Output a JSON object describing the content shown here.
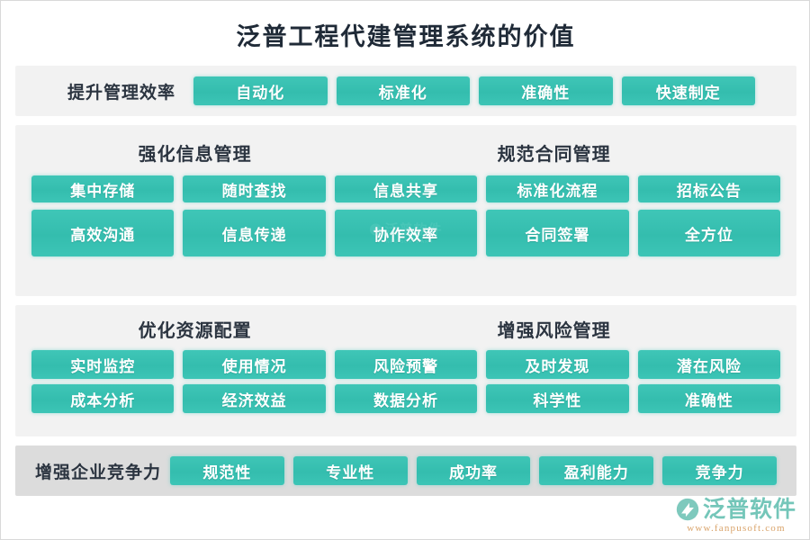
{
  "title": "泛普工程代建管理系统的价值",
  "colors": {
    "tile": "#35bdae",
    "tile_light": "#3fc6b7",
    "panel_bg": "#f2f2f2",
    "panel_bg_dark": "#dcdcdc",
    "title_text": "#1f2a37",
    "tile_text": "#ffffff",
    "brand_green": "#74c6b9",
    "brand_orange": "#d9a36a"
  },
  "sections": [
    {
      "id": "improve-efficiency",
      "layout": "inline",
      "label": "提升管理效率",
      "tiles": [
        "自动化",
        "标准化",
        "准确性",
        "快速制定"
      ]
    },
    {
      "id": "information-and-contract",
      "layout": "grouped",
      "headings": [
        "强化信息管理",
        "规范合同管理"
      ],
      "row1": [
        "集中存储",
        "随时查找",
        "信息共享",
        "标准化流程",
        "招标公告"
      ],
      "row2": [
        "高效沟通",
        "信息传递",
        "协作效率",
        "合同签署",
        "全方位"
      ]
    },
    {
      "id": "resource-and-risk",
      "layout": "grouped",
      "headings": [
        "优化资源配置",
        "增强风险管理"
      ],
      "row1": [
        "实时监控",
        "使用情况",
        "风险预警",
        "及时发现",
        "潜在风险"
      ],
      "row2": [
        "成本分析",
        "经济效益",
        "数据分析",
        "科学性",
        "准确性"
      ]
    },
    {
      "id": "enterprise-competitiveness",
      "layout": "inline",
      "label": "增强企业竞争力",
      "tiles": [
        "规范性",
        "专业性",
        "成功率",
        "盈利能力",
        "竞争力"
      ]
    }
  ],
  "watermark": {
    "text": "泛普软件",
    "url": "FANPU SOFTWARE"
  },
  "brand": {
    "name": "泛普软件",
    "url": "www.fanpusoft.com",
    "logo_icon": "fanpu-logo-icon"
  }
}
